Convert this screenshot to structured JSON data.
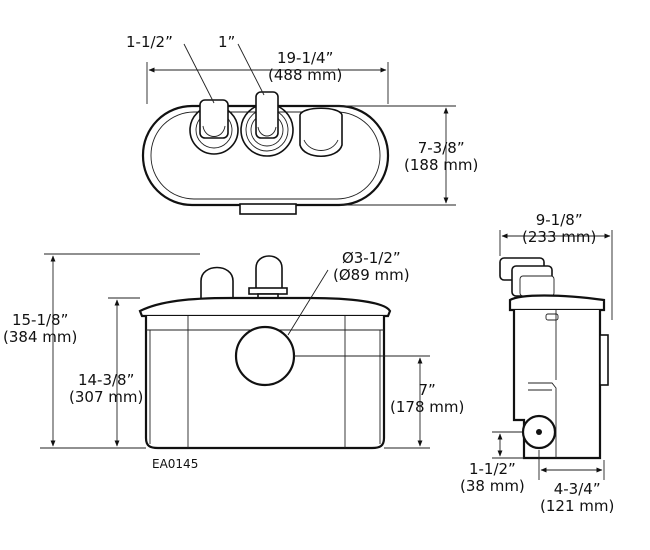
{
  "diagram_code": "EA0145",
  "dims": {
    "top_left_pipe": "1-1/2”",
    "top_right_pipe": "1”",
    "width_in": "19-1/4”",
    "width_mm": "(488 mm)",
    "depth_in": "7-3/8”",
    "depth_mm": "(188 mm)",
    "dia_in": "Ø3-1/2”",
    "dia_mm": "(Ø89 mm)",
    "total_height_in": "15-1/8”",
    "total_height_mm": "(384 mm)",
    "body_height_in": "14-3/8”",
    "body_height_mm": "(307 mm)",
    "inlet_height_in": "7”",
    "inlet_height_mm": "(178 mm)",
    "side_width_in": "9-1/8”",
    "side_width_mm": "(233 mm)",
    "outlet_height_in": "1-1/2”",
    "outlet_height_mm": "(38 mm)",
    "outlet_offset_in": "4-3/4”",
    "outlet_offset_mm": "(121 mm)"
  }
}
